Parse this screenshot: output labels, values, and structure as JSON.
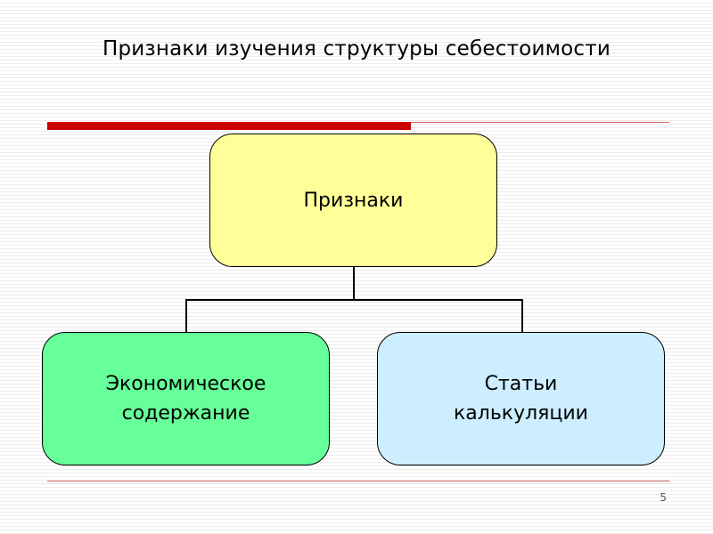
{
  "slide": {
    "title": "Признаки изучения структуры себестоимости",
    "page_number": "5"
  },
  "diagram": {
    "root": {
      "label": "Признаки",
      "fill": "#ffff99"
    },
    "children": [
      {
        "label_lines": [
          "Экономическое",
          "содержание"
        ],
        "fill": "#66ff99"
      },
      {
        "label_lines": [
          "Статьи",
          "калькуляции"
        ],
        "fill": "#cceeff"
      }
    ]
  },
  "colors": {
    "accent": "#cc0000",
    "accent_line": "#d86a6a",
    "connector": "#000000"
  }
}
